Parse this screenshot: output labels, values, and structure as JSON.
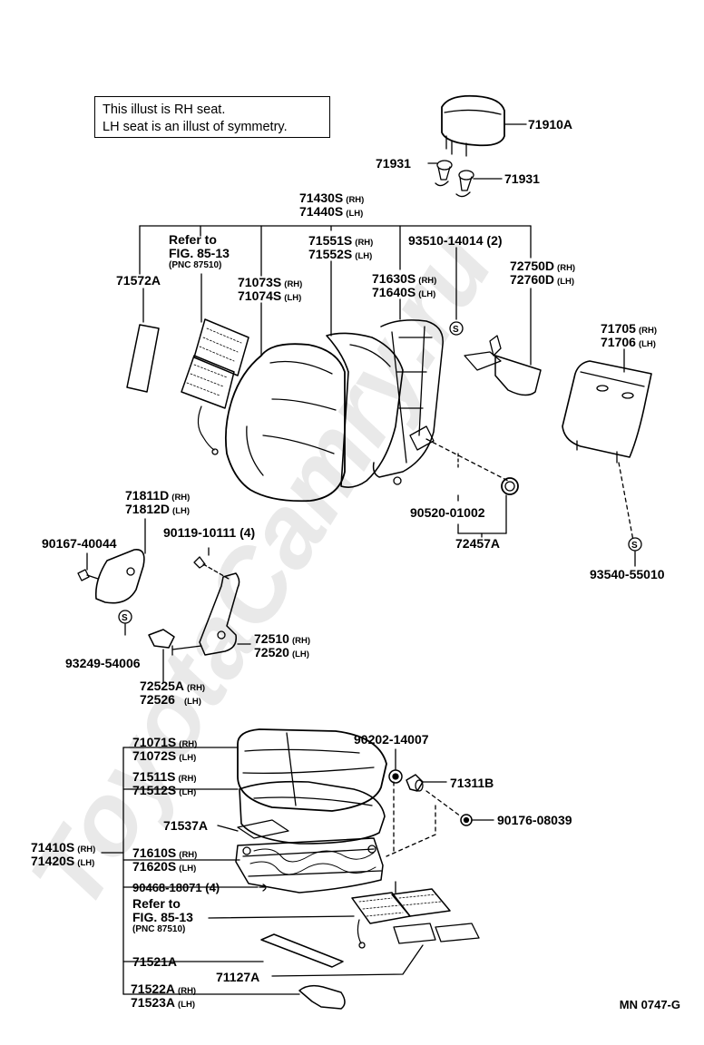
{
  "watermark": "ToyotaCamry.ru",
  "note": {
    "line1": "This illust is RH seat.",
    "line2": "LH seat is an illust of symmetry."
  },
  "diagram_code": "MN  0747-G",
  "labels": {
    "p71910A": "71910A",
    "p71931_left": "71931",
    "p71931_right": "71931",
    "p71430S": "71430S",
    "p71440S": "71440S",
    "refer_top_1": "Refer to",
    "refer_top_2": "FIG. 85-13",
    "refer_top_3": "(PNC 87510)",
    "p71572A": "71572A",
    "p71073S": "71073S",
    "p71074S": "71074S",
    "p71551S": "71551S",
    "p71552S": "71552S",
    "p93510": "93510-14014 (2)",
    "p71630S": "71630S",
    "p71640S": "71640S",
    "p72750D": "72750D",
    "p72760D": "72760D",
    "p71705": "71705",
    "p71706": "71706",
    "p90520": "90520-01002",
    "p72457A": "72457A",
    "p93540": "93540-55010",
    "p71811D": "71811D",
    "p71812D": "71812D",
    "p90167": "90167-40044",
    "p90119": "90119-10111 (4)",
    "p72510": "72510",
    "p72520": "72520",
    "p93249": "93249-54006",
    "p72525A": "72525A",
    "p72526": "72526",
    "p71071S": "71071S",
    "p71072S": "71072S",
    "p90202": "90202-14007",
    "p71311B": "71311B",
    "p71511S": "71511S",
    "p71512S": "71512S",
    "p71537A": "71537A",
    "p90176": "90176-08039",
    "p71410S": "71410S",
    "p71420S": "71420S",
    "p71610S": "71610S",
    "p71620S": "71620S",
    "p90468": "90468-18071 (4)",
    "refer_bot_1": "Refer to",
    "refer_bot_2": "FIG. 85-13",
    "refer_bot_3": "(PNC 87510)",
    "p71521A": "71521A",
    "p71127A": "71127A",
    "p71522A": "71522A",
    "p71523A": "71523A"
  },
  "side": {
    "rh": "(RH)",
    "lh": "(LH)"
  }
}
